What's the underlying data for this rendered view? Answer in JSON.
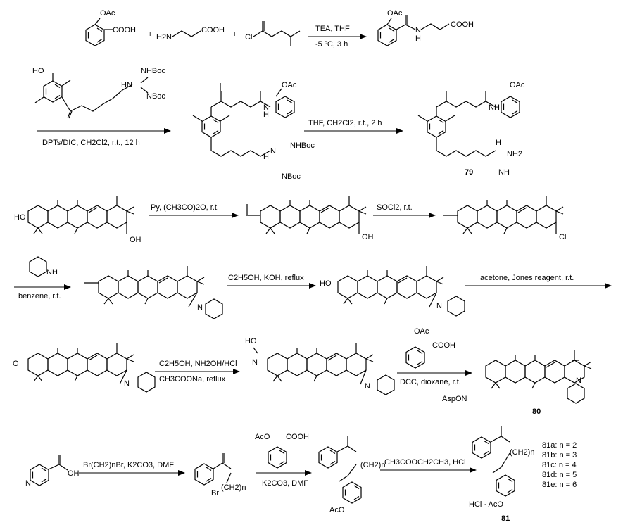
{
  "row1": {
    "r1_oac": "OAc",
    "r1_cooh": "COOH",
    "plus1": "+",
    "r1_h2n": "H2N",
    "r1_cooh2": "COOH",
    "plus2": "+",
    "r1_cl": "Cl",
    "cond_top": "TEA, THF",
    "cond_bot": "-5 ºC, 3 h",
    "p1_oac": "OAc",
    "p1_cooh": "COOH",
    "p1_nh": "N",
    "p1_h": "H"
  },
  "row2": {
    "ho": "HO",
    "nhboc": "NHBoc",
    "hn": "HN",
    "nboc": "NBoc",
    "cond": "DPTs/DIC, CH2Cl2, r.t., 12 h",
    "m_oac": "OAc",
    "m_nh": "N",
    "m_h": "H",
    "m_hn": "N",
    "m_hh": "H",
    "m_nhboc": "NHBoc",
    "m_nboc": "NBoc",
    "cond2": "THF, CH2Cl2, r.t., 2 h",
    "p_oac": "OAc",
    "p_nh": "NH",
    "p_h": "H",
    "p_hn": "H",
    "p_n": "N",
    "p_nh2": "NH2",
    "compound": "79"
  },
  "row3": {
    "ho": "HO",
    "oh": "OH",
    "cond1": "Py, (CH3CO)2O, r.t.",
    "oh2": "OH",
    "cond2": "SOCl2, r.t.",
    "cl": "Cl"
  },
  "row4": {
    "nh": "NH",
    "benzene": "benzene, r.t.",
    "cond1": "C2H5OH, KOH, reflux",
    "ho": "HO",
    "n1": "N",
    "n2": "N",
    "cond2": "acetone, Jones reagent, r.t."
  },
  "row5": {
    "o": "O",
    "n1": "N",
    "cond1_top": "C2H5OH, NH2OH/HCl",
    "cond1_bot": "CH3COONa, reflux",
    "ho": "HO",
    "n_ox": "N",
    "n2": "N",
    "oac": "OAc",
    "cooh": "COOH",
    "cond2": "DCC, dioxane, r.t.",
    "asp": "AspON",
    "n3": "N",
    "compound": "80"
  },
  "row6": {
    "n": "N",
    "oh": "OH",
    "cond1": "Br(CH2)nBr, K2CO3, DMF",
    "br": "Br",
    "ch2n": "(CH2)n",
    "aco": "AcO",
    "cooh": "COOH",
    "cond2": "K2CO3, DMF",
    "ch2n2": "(CH2)n",
    "aco2": "AcO",
    "cond3": "CH3COOCH2CH3, HCl",
    "ch2n3": "(CH2)n",
    "hcl": "HCl · AcO",
    "compound": "81",
    "series": [
      "81a: n = 2",
      "81b: n = 3",
      "81c: n = 4",
      "81d: n = 5",
      "81e: n = 6"
    ]
  }
}
